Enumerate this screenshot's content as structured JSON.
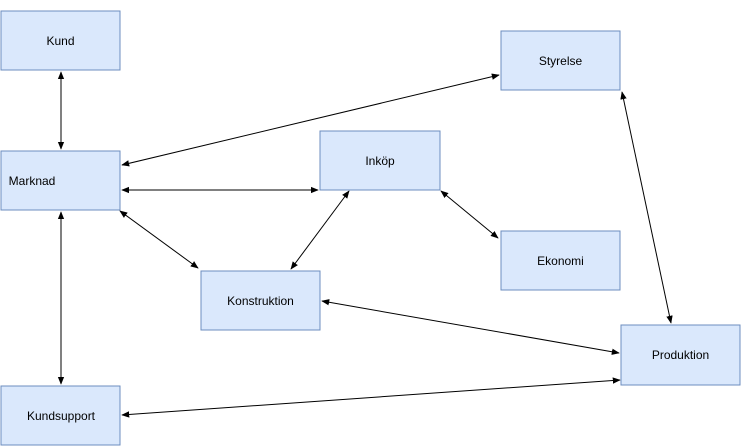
{
  "diagram": {
    "nodes": {
      "kund": "Kund",
      "marknad": "Marknad",
      "kundsupport": "Kundsupport",
      "inkop": "Inköp",
      "styrelse": "Styrelse",
      "ekonomi": "Ekonomi",
      "konstruktion": "Konstruktion",
      "produktion": "Produktion"
    },
    "edges": [
      {
        "from": "kund",
        "to": "marknad",
        "arrows": "both"
      },
      {
        "from": "marknad",
        "to": "kundsupport",
        "arrows": "both"
      },
      {
        "from": "marknad",
        "to": "inkop",
        "arrows": "both"
      },
      {
        "from": "marknad",
        "to": "styrelse",
        "arrows": "both"
      },
      {
        "from": "marknad",
        "to": "konstruktion",
        "arrows": "both"
      },
      {
        "from": "inkop",
        "to": "konstruktion",
        "arrows": "both"
      },
      {
        "from": "inkop",
        "to": "ekonomi",
        "arrows": "both"
      },
      {
        "from": "styrelse",
        "to": "produktion",
        "arrows": "both"
      },
      {
        "from": "konstruktion",
        "to": "produktion",
        "arrows": "both"
      },
      {
        "from": "kundsupport",
        "to": "produktion",
        "arrows": "both"
      }
    ],
    "colors": {
      "node_fill": "#dae8fc",
      "node_stroke": "#6c8ebf",
      "edge": "#000000"
    }
  }
}
